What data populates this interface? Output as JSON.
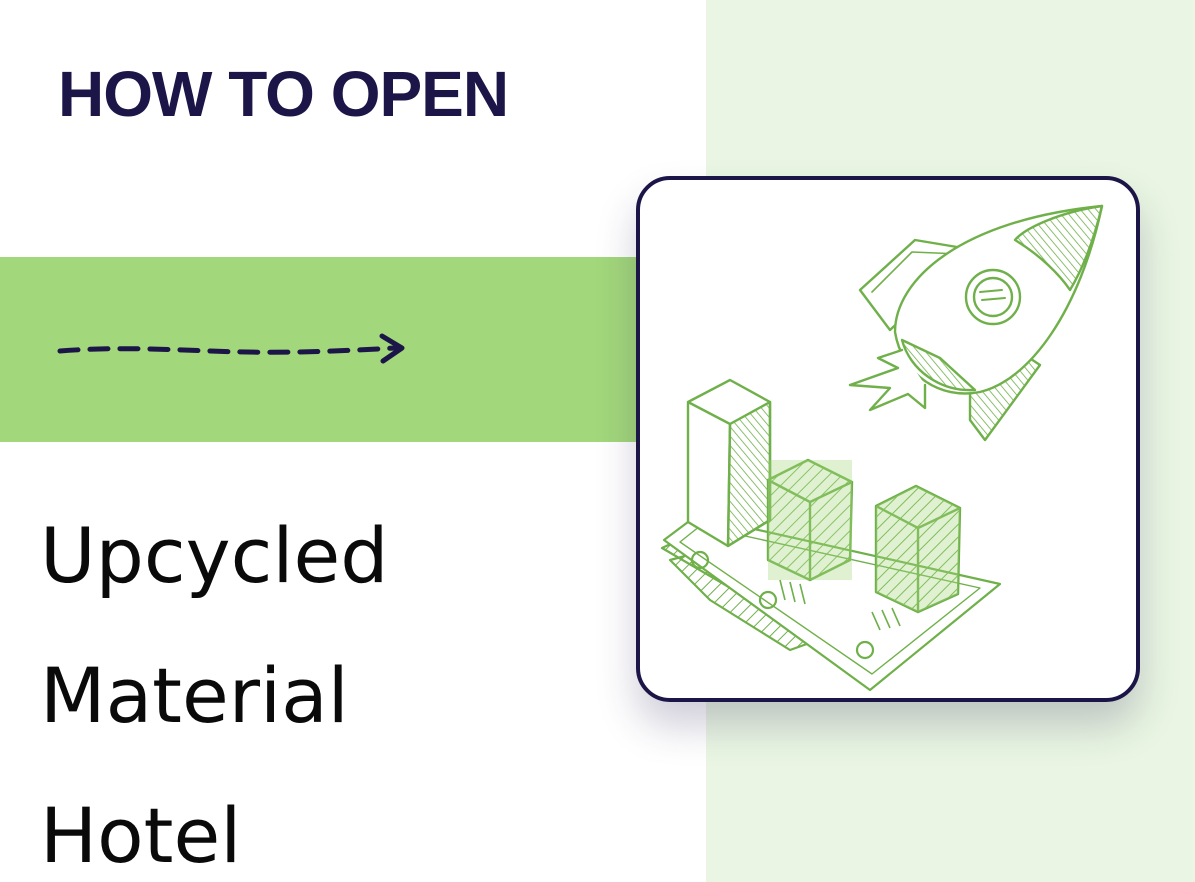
{
  "kicker": "HOW TO OPEN",
  "headline": {
    "line1": "Upcycled",
    "line2": "Material",
    "line3": "Hotel"
  },
  "colors": {
    "navy": "#1c1648",
    "band_green": "#a2d77b",
    "panel_green": "#eaf6e3",
    "sketch_green": "#6fb04a",
    "text_black": "#0a0a0a"
  },
  "illustration": {
    "icons": [
      "rocket-icon",
      "bar-chart-icon",
      "banknote-icon"
    ]
  }
}
